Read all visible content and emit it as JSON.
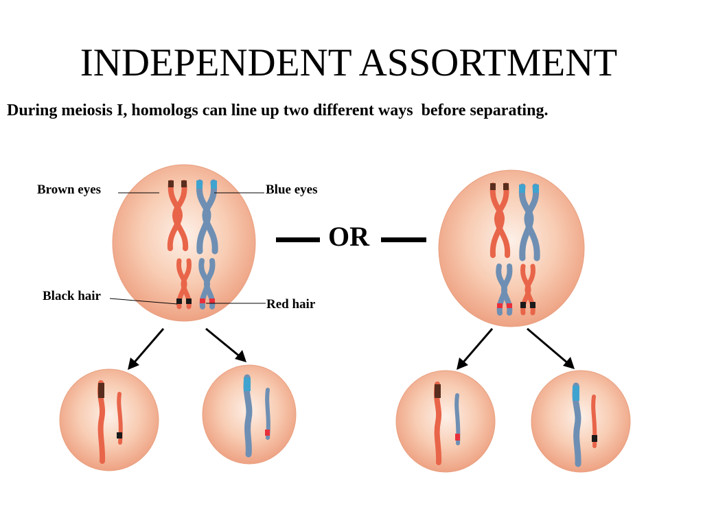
{
  "title": "INDEPENDENT ASSORTMENT",
  "subtitle": "During meiosis I, homologs can line up two different ways  before separating.",
  "labels": {
    "brown_eyes": "Brown eyes",
    "blue_eyes": "Blue eyes",
    "black_hair": "Black hair",
    "red_hair": "Red hair"
  },
  "or_text": "OR",
  "colors": {
    "orange_chromosome": "#e8654a",
    "blue_chromosome": "#6e8fb3",
    "brown_allele": "#5a2e1e",
    "blue_allele": "#3fa3cf",
    "black_allele": "#1a1a1a",
    "red_allele": "#e8303a",
    "cell_fill": "#f4b89a",
    "cell_center": "#fdf0e8"
  }
}
